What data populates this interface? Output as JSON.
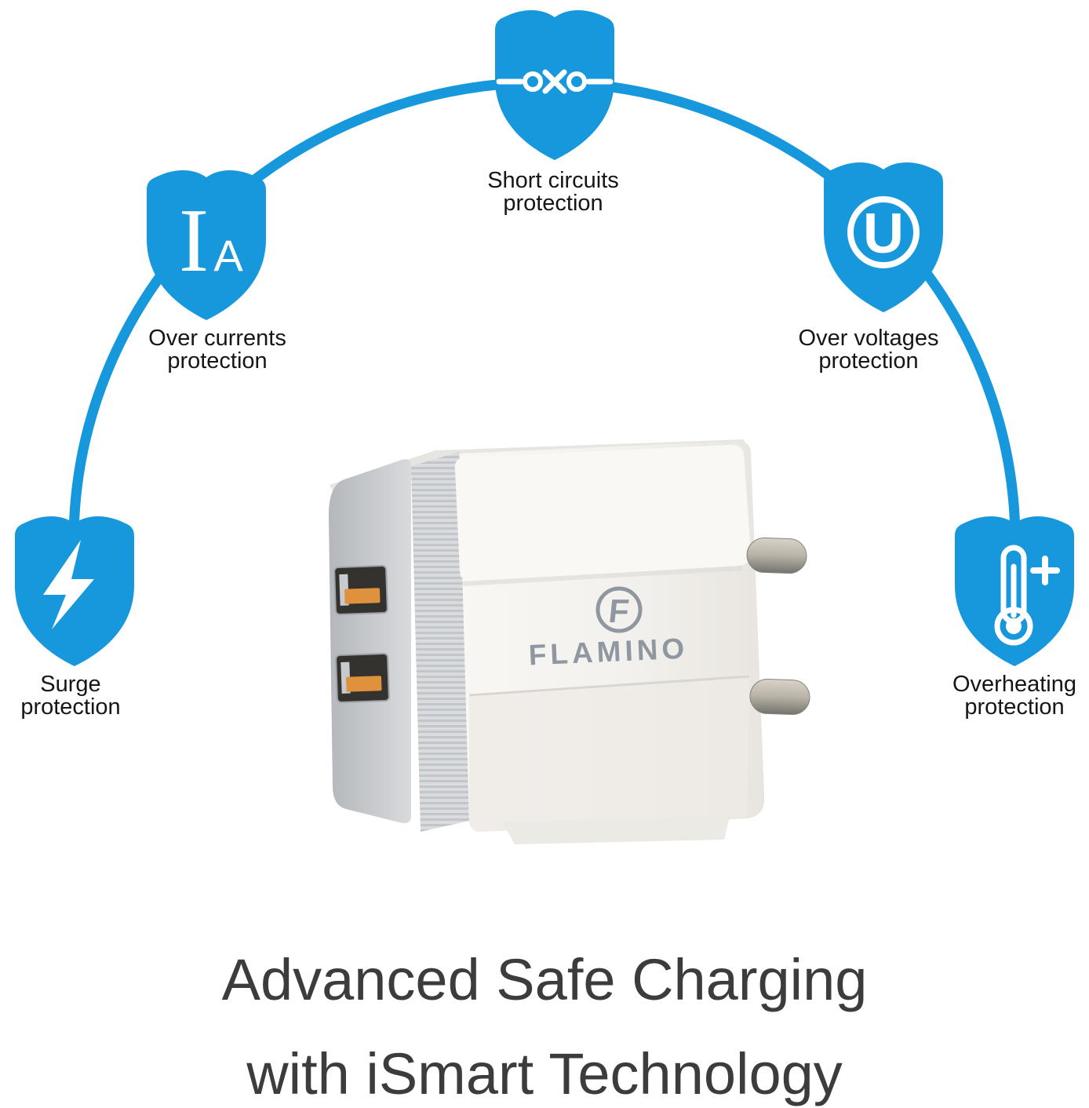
{
  "palette": {
    "shield_blue": "#1798dd",
    "arc_blue": "#1798dd",
    "label_color": "#161616",
    "headline_color": "#3c3c3e",
    "logo_gray": "#8f98a0",
    "usb_orange": "#e0913e"
  },
  "shields": [
    {
      "name": "short-circuits-protection",
      "icon": "broken-circuit-icon",
      "line1": "Short circuits",
      "line2": "protection"
    },
    {
      "name": "over-currents-protection",
      "icon": "ampere-symbol-icon",
      "icon_main": "I",
      "icon_sub": "A",
      "line1": "Over currents",
      "line2": "protection"
    },
    {
      "name": "over-voltages-protection",
      "icon": "voltage-symbol-icon",
      "icon_letter": "U",
      "line1": "Over voltages",
      "line2": "protection"
    },
    {
      "name": "surge-protection",
      "icon": "lightning-bolt-icon",
      "line1": "Surge",
      "line2": "protection"
    },
    {
      "name": "overheating-protection",
      "icon": "thermometer-plus-icon",
      "line1": "Overheating",
      "line2": "protection"
    }
  ],
  "product": {
    "brand": "FLAMINO"
  },
  "headline": {
    "line1": "Advanced Safe Charging",
    "line2": "with iSmart Technology"
  }
}
